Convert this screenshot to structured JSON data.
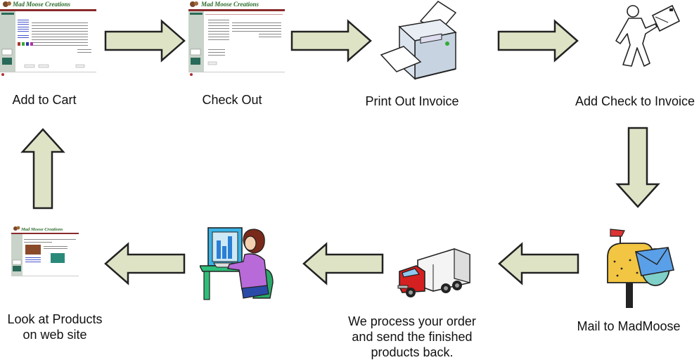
{
  "steps": {
    "add_to_cart": "Add to Cart",
    "check_out": "Check Out",
    "print_invoice": "Print Out Invoice",
    "add_check": "Add Check to Invoice",
    "mail": "Mail to MadMoose",
    "process_line1": "We process your order",
    "process_line2": "and send the finished",
    "process_line3": "products back.",
    "look_line1": "Look at Products",
    "look_line2": "on web site"
  },
  "screenshot_logo": "Mad Moose Creations",
  "colors": {
    "arrow_fill": "#dfe3c6",
    "arrow_stroke": "#222222"
  }
}
